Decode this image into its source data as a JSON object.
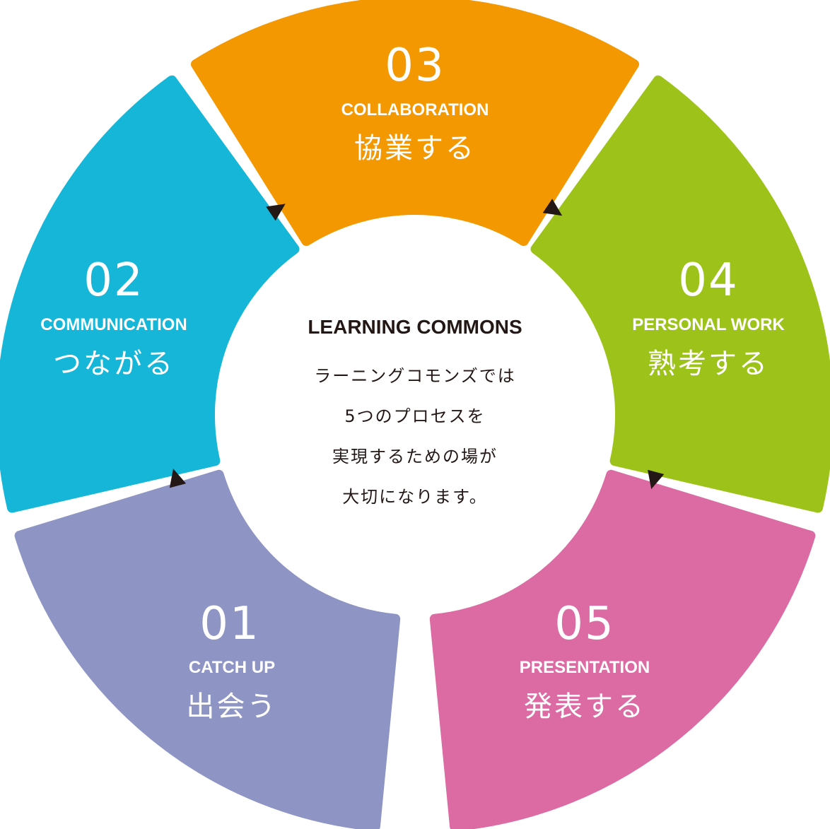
{
  "center": {
    "title": "LEARNING COMMONS",
    "lines": [
      "ラーニングコモンズでは",
      "5つのプロセスを",
      "実現するための場が",
      "大切になります。"
    ]
  },
  "segments": [
    {
      "number": "01",
      "en": "CATCH UP",
      "jp": "出会う",
      "color": "#8e94c3"
    },
    {
      "number": "02",
      "en": "COMMUNICATION",
      "jp": "つながる",
      "color": "#15b6d7"
    },
    {
      "number": "03",
      "en": "COLLABORATION",
      "jp": "協業する",
      "color": "#f39800"
    },
    {
      "number": "04",
      "en": "PERSONAL WORK",
      "jp": "熟考する",
      "color": "#9dc31a"
    },
    {
      "number": "05",
      "en": "PRESENTATION",
      "jp": "発表する",
      "color": "#dc6aa3"
    }
  ],
  "arrow_color": "#231815"
}
